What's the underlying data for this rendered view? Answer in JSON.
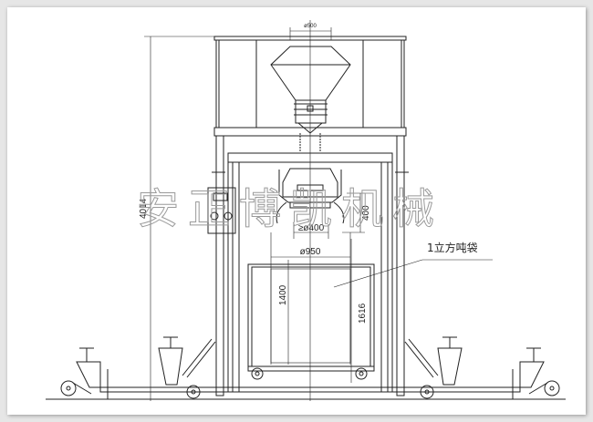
{
  "drawing": {
    "dimensions": {
      "overall_height": "4014",
      "hopper_diameter": "ø500",
      "spout_diameter": "≥ø400",
      "spout_height": "400",
      "bag_diameter": "ø950",
      "bag_height": "1400",
      "filling_height": "1616"
    },
    "callout_label": "1立方吨袋",
    "watermark": "安正博凯机械",
    "line_color": "#222222",
    "watermark_color": "#9a9a9a"
  }
}
